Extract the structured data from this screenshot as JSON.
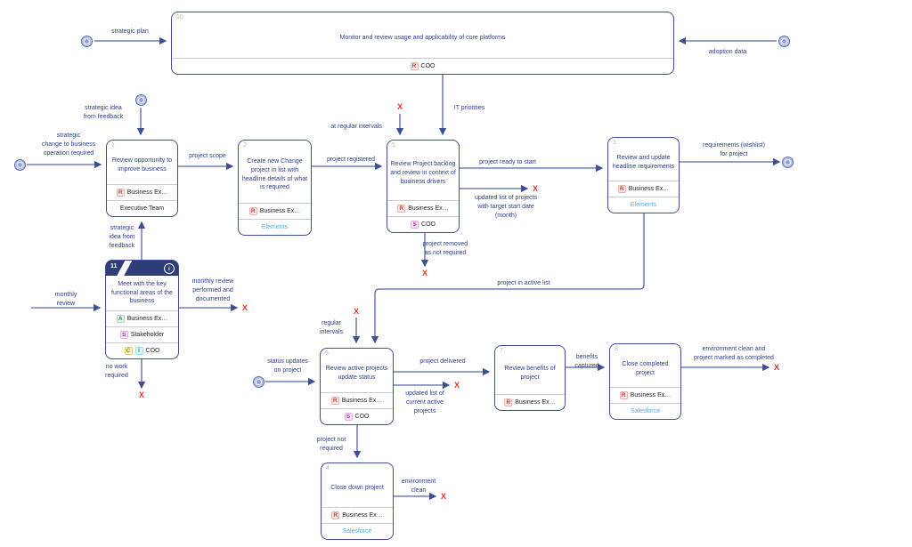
{
  "icons": {
    "x_terminator": "X",
    "info": "i"
  },
  "colors": {
    "line": "#4d5da0",
    "text": "#2c3e8c",
    "red_x": "#e5322e",
    "footer_link": "#57a9e8",
    "header_dark": "#2e3d78"
  },
  "nodes": {
    "n10": {
      "num": "10",
      "title": "Monitor and review usage and applicability of core platforms",
      "row1_badge": "R",
      "row1_text": "COO"
    },
    "n1": {
      "num": "1",
      "title": "Review opportunity to improve business",
      "row1_badge": "R",
      "row1_text": "Business Ex…",
      "footer": "Executive Team"
    },
    "n2": {
      "num": "2",
      "title": "Create new Change project in list with headline details of what is required",
      "row1_badge": "R",
      "row1_text": "Business Ex…",
      "footer": "Elements"
    },
    "n5": {
      "num": "5",
      "title": "Review Project backlog and review in context of business drivers",
      "row1_badge": "R",
      "row1_text": "Business Ex…",
      "row2_badge": "S",
      "row2_text": "COO"
    },
    "n3": {
      "num": "3",
      "title": "Review and update headline requirements",
      "row1_badge": "R",
      "row1_text": "Business Ex…",
      "footer": "Elements"
    },
    "n11": {
      "num": "11",
      "title": "Meet with the key functional areas of the business",
      "row1_badge": "A",
      "row1_text": "Business Ex…",
      "row2_badge": "S",
      "row2_text": "Stakeholder",
      "row3_badge1": "C",
      "row3_badge2": "I",
      "row3_text": "COO"
    },
    "n6": {
      "num": "6",
      "title": "Review active projects update status",
      "row1_badge": "R",
      "row1_text": "Business Ex…",
      "row2_badge": "S",
      "row2_text": "COO"
    },
    "n7": {
      "num": "7",
      "title": "Review benefits of project",
      "row1_badge": "R",
      "row1_text": "Business Ex…"
    },
    "n8": {
      "num": "8",
      "title": "Close completed project",
      "row1_badge": "R",
      "row1_text": "Business Ex…",
      "footer": "Salesforce"
    },
    "n4": {
      "num": "4",
      "title": "Close down project",
      "row1_badge": "R",
      "row1_text": "Business Ex…",
      "footer": "Salesforce"
    }
  },
  "labels": {
    "strategic_plan": "strategic plan",
    "adoption_data": "adoption data",
    "it_priorities": "IT priorities",
    "at_regular_intervals": "at regular intervals",
    "strategic_idea_top": "strategic idea\nfrom feedback",
    "strategic_change": "strategic\nchange to business\noperation required",
    "project_scope": "project scope",
    "project_registered": "project registered",
    "project_ready": "project ready to start",
    "updated_list_projects": "updated list of projects\nwith target start date\n(month)",
    "project_removed": "project removed\nas not required",
    "requirements_wishlist": "requirements (wishlist)\nfor project",
    "project_active_list": "project in active list",
    "strategic_idea_mid": "strategic\nidea from\nfeedback",
    "monthly_review": "monthly\nreview",
    "monthly_review_out": "monthly review\nperformed and\ndocumented",
    "no_work": "no work\nrequired",
    "regular_intervals": "regular\nintervals",
    "status_updates": "status updates\non project",
    "project_delivered": "project delivered",
    "updated_active": "updated list of\ncurrent active\nprojects",
    "benefits_captured": "benefits\ncaptured",
    "env_clean_completed": "environment clean and\nproject marked as completed",
    "project_not_required": "project not\nrequired",
    "environment_clean": "environment\nclean"
  }
}
